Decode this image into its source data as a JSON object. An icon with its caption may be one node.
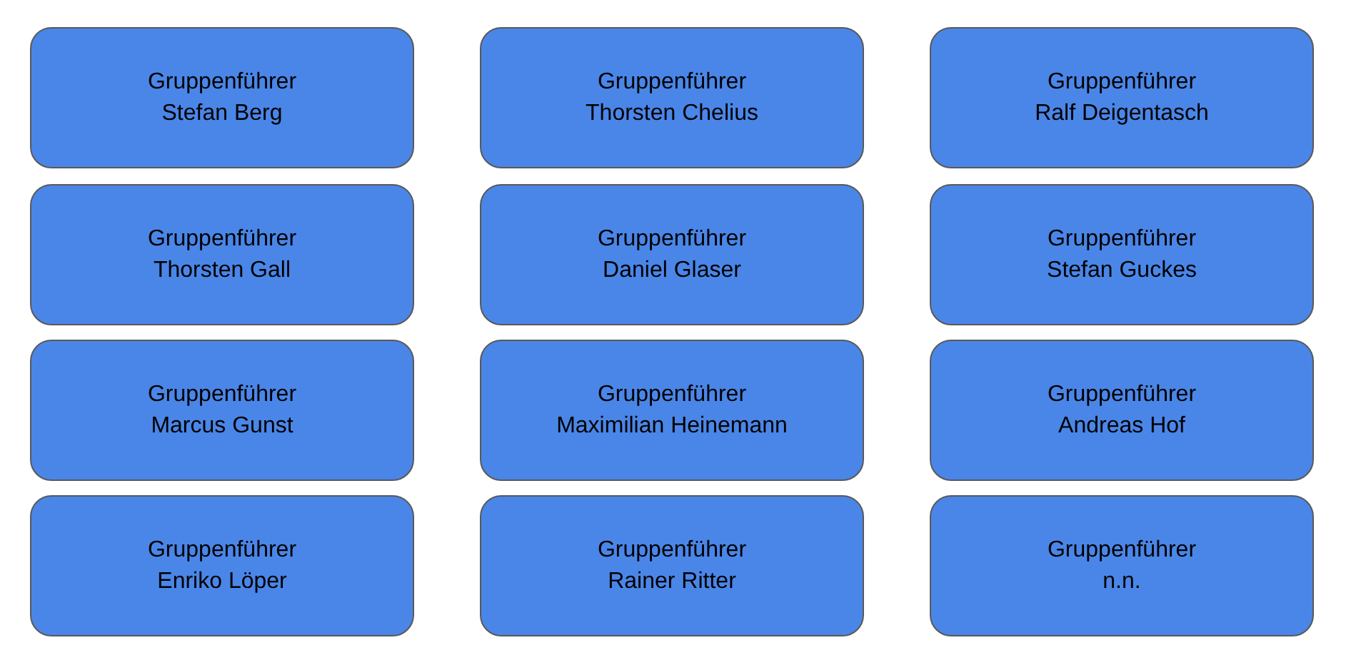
{
  "diagram": {
    "nodes": [
      {
        "text": [
          "Gruppenführer",
          "Stefan Berg"
        ]
      },
      {
        "text": [
          "Gruppenführer",
          "Thorsten Chelius"
        ]
      },
      {
        "text": [
          "Gruppenführer",
          "Ralf Deigentasch"
        ]
      },
      {
        "text": [
          "Gruppenführer",
          "Thorsten Gall"
        ]
      },
      {
        "text": [
          "Gruppenführer",
          "Daniel Glaser"
        ]
      },
      {
        "text": [
          "Gruppenführer",
          "Stefan Guckes"
        ]
      },
      {
        "text": [
          "Gruppenführer",
          "Marcus Gunst"
        ]
      },
      {
        "text": [
          "Gruppenführer",
          "Maximilian Heinemann"
        ]
      },
      {
        "text": [
          "Gruppenführer",
          "Andreas Hof"
        ]
      },
      {
        "text": [
          "Gruppenführer",
          "Enriko Löper"
        ]
      },
      {
        "text": [
          "Gruppenführer",
          "Rainer Ritter"
        ]
      },
      {
        "text": [
          "Gruppenführer",
          "n.n."
        ]
      }
    ]
  }
}
